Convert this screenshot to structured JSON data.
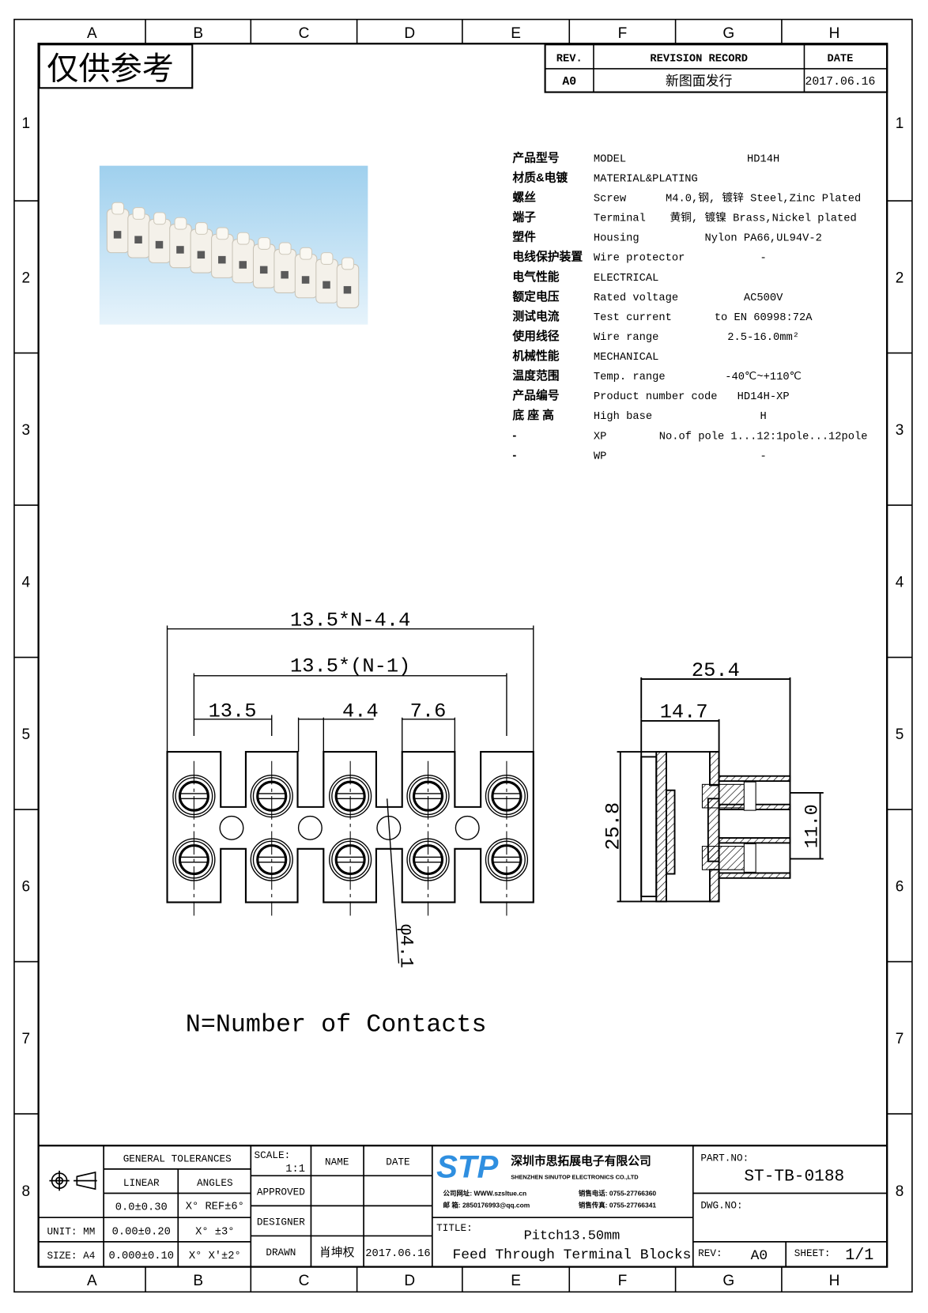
{
  "frame": {
    "columns": [
      "A",
      "B",
      "C",
      "D",
      "E",
      "F",
      "G",
      "H"
    ],
    "rows": [
      "1",
      "2",
      "3",
      "4",
      "5",
      "6",
      "7",
      "8"
    ],
    "reference_stamp": "仅供参考"
  },
  "revision": {
    "headers": [
      "REV.",
      "REVISION RECORD",
      "DATE"
    ],
    "row": [
      "A0",
      "新图面发行",
      "2017.06.16"
    ]
  },
  "specs": [
    [
      "产品型号",
      "MODEL",
      "HD14H"
    ],
    [
      "材质&电镀",
      "MATERIAL&PLATING",
      ""
    ],
    [
      "螺丝",
      "Screw",
      "M4.0,钢, 镀锌 Steel,Zinc Plated"
    ],
    [
      "端子",
      "Terminal",
      "黄铜, 镀镍 Brass,Nickel plated"
    ],
    [
      "塑件",
      "Housing",
      "Nylon PA66,UL94V-2"
    ],
    [
      "电线保护装置",
      "Wire protector",
      "-"
    ],
    [
      "电气性能",
      "ELECTRICAL",
      ""
    ],
    [
      "额定电压",
      "Rated voltage",
      "AC500V"
    ],
    [
      "测试电流",
      "Test current",
      "to EN 60998:72A"
    ],
    [
      "使用线径",
      "Wire range",
      "2.5-16.0mm²"
    ],
    [
      "机械性能",
      "MECHANICAL",
      ""
    ],
    [
      "温度范围",
      "Temp. range",
      "-40℃~+110℃"
    ],
    [
      "产品编号",
      "Product number code",
      "HD14H-XP"
    ],
    [
      "底 座 高",
      "High base",
      "H"
    ],
    [
      "-",
      "XP",
      "No.of pole 1...12:1pole...12pole"
    ],
    [
      "-",
      "WP",
      "-"
    ]
  ],
  "dimensions": {
    "overall": "13.5*N-4.4",
    "span": "13.5*(N-1)",
    "pitch": "13.5",
    "gap": "4.4",
    "width": "7.6",
    "hole": "φ4.1",
    "depth": "25.4",
    "step": "14.7",
    "height": "25.8",
    "screw_spacing": "11.0"
  },
  "note": "N=Number of Contacts",
  "title_block": {
    "general_tolerances": "GENERAL TOLERANCES",
    "linear": "LINEAR",
    "angles": "ANGLES",
    "tol_rows": [
      [
        "",
        "0.0±0.30",
        "X° REF±6°"
      ],
      [
        "UNIT: MM",
        "0.00±0.20",
        "X° ±3°"
      ],
      [
        "SIZE: A4",
        "0.000±0.10",
        "X° X'±2°"
      ]
    ],
    "scale_label": "SCALE:",
    "scale_value": "1:1",
    "name": "NAME",
    "date": "DATE",
    "approved": "APPROVED",
    "designer": "DESIGNER",
    "drawn": "DRAWN",
    "drawn_name": "肖坤权",
    "drawn_date": "2017.06.16",
    "company_logo": "STP",
    "company_cn": "深圳市思拓展电子有限公司",
    "company_en": "SHENZHEN SINUTOP ELECTRONICS CO.,LTD",
    "contact": [
      "公司网址: WWW.szsltue.cn",
      "邮    箱: 2850176993@qq.com",
      "销售电话: 0755-27766360",
      "销售传真: 0755-27766341"
    ],
    "title_label": "TITLE:",
    "title_line1": "Pitch13.50mm",
    "title_line2": "Feed Through Terminal Blocks",
    "part_no_label": "PART.NO:",
    "part_no": "ST-TB-0188",
    "dwg_no_label": "DWG.NO:",
    "rev_label": "REV:",
    "rev": "A0",
    "sheet_label": "SHEET:",
    "sheet": "1/1"
  },
  "colors": {
    "logo": "#2f8fe0",
    "photo_top": "#9fd0ee",
    "photo_bottom": "#e3f2fb"
  }
}
